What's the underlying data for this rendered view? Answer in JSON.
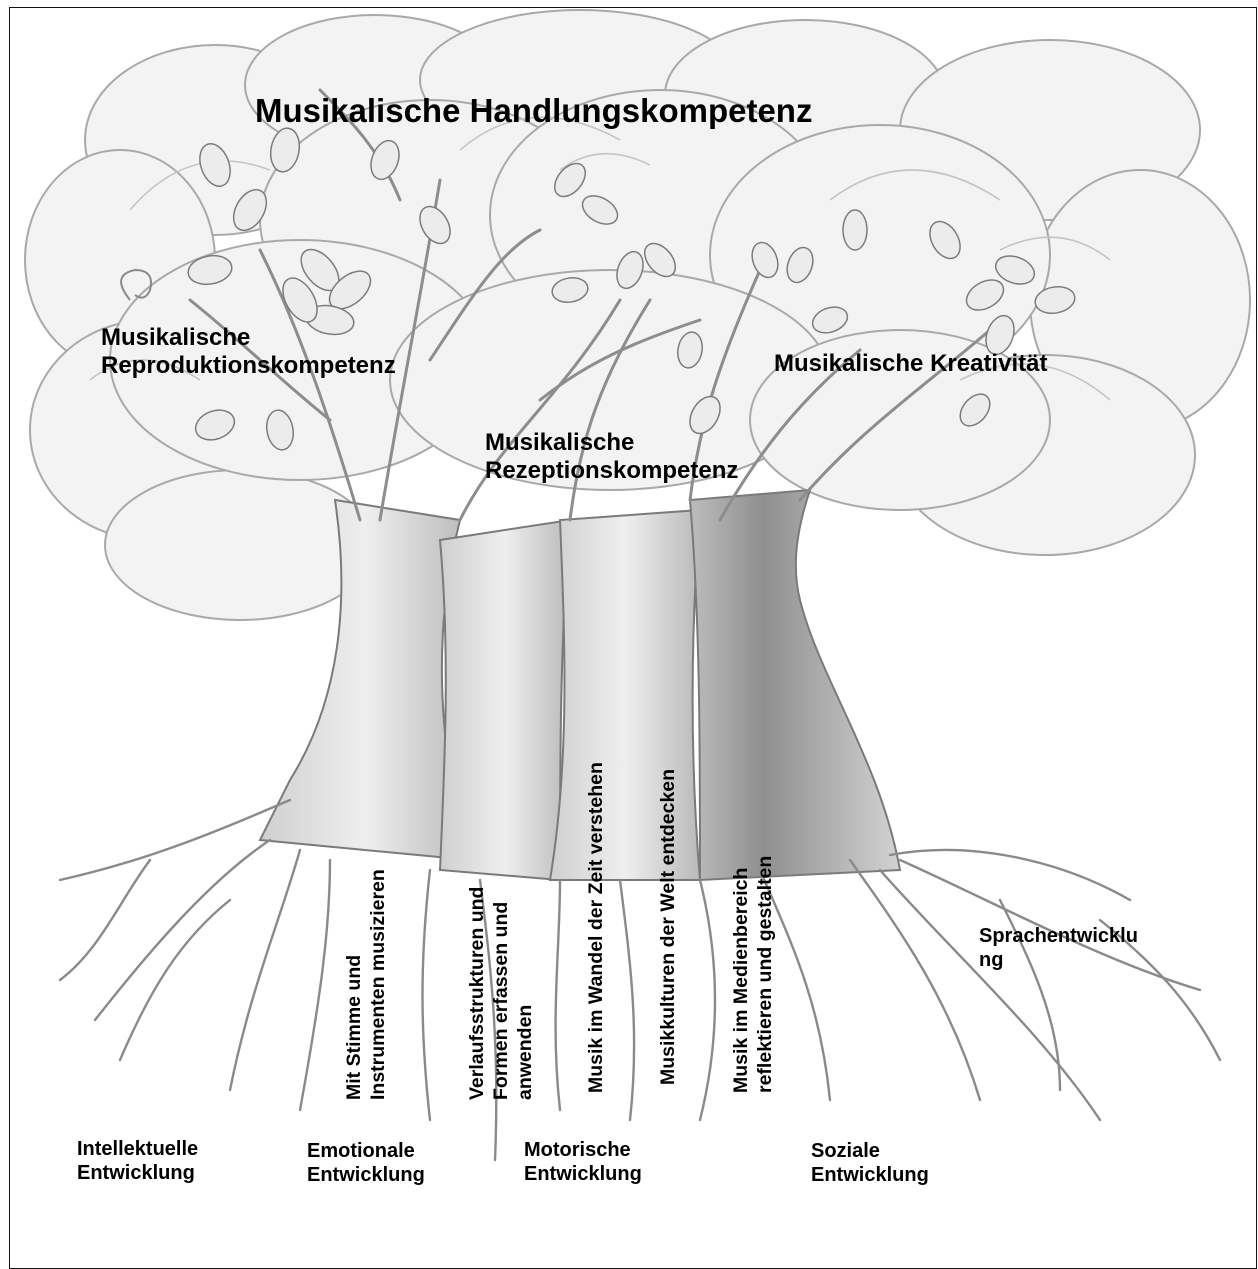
{
  "title": "Musikalische Handlungskompetenz",
  "branches": {
    "reproduktion": [
      "Musikalische",
      "Reproduktionskompetenz"
    ],
    "rezeption": [
      "Musikalische",
      "Rezeptionskompetenz"
    ],
    "kreativitaet": "Musikalische Kreativität"
  },
  "trunk_labels": [
    [
      "Mit Stimme und",
      "Instrumenten musizieren"
    ],
    [
      "Verlaufsstrukturen und",
      "Formen erfassen und",
      "anwenden"
    ],
    [
      "Musik im Wandel der Zeit verstehen"
    ],
    [
      "Musikkulturen der Welt entdecken"
    ],
    [
      "Musik im Medienbereich",
      "reflektieren und gestalten"
    ]
  ],
  "roots": {
    "sprache": [
      "Sprachentwicklu",
      "ng"
    ],
    "intellektuell": [
      "Intellektuelle",
      "Entwicklung"
    ],
    "emotional": [
      "Emotionale",
      "Entwicklung"
    ],
    "motorisch": [
      "Motorische",
      "Entwicklung"
    ],
    "sozial": [
      "Soziale",
      "Entwicklung"
    ]
  },
  "colors": {
    "pencil": "#8a8a8a",
    "shade": "#6a6a6a",
    "text": "#000000",
    "paper": "#ffffff"
  }
}
